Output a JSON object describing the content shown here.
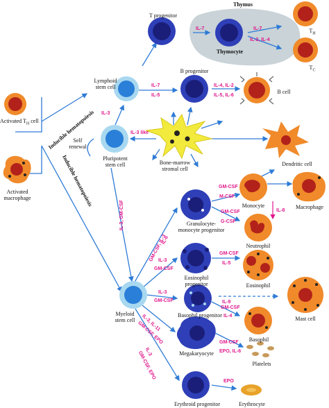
{
  "cells": {
    "activated_th": "Activated T",
    "activated_th_sub": "H",
    "activated_th_tail": "cell",
    "activated_macrophage_1": "Activated",
    "activated_macrophage_2": "macrophage",
    "lymphoid_1": "Lymphoid",
    "lymphoid_2": "stem cell",
    "pluripotent_1": "Pluripotent",
    "pluripotent_2": "stem cell",
    "self_renewal_1": "Self",
    "self_renewal_2": "renewal",
    "t_progenitor": "T progenitor",
    "thymus": "Thymus",
    "thymocyte": "Thymocyte",
    "th": "T",
    "th_sub": "H",
    "tc": "T",
    "tc_sub": "C",
    "b_progenitor": "B progenitor",
    "b_cell": "B cell",
    "stromal_1": "Bone-marrow",
    "stromal_2": "stromal cell",
    "dendritic": "Dendritic cell",
    "monocyte": "Monocyte",
    "macrophage": "Macrophage",
    "gm_prog_1": "Granulocyte-",
    "gm_prog_2": "monocyte progenitor",
    "neutrophil": "Neutrophil",
    "eos_prog_1": "Eosinophil",
    "eos_prog_2": "progenitor",
    "eosinophil": "Eosinophil",
    "baso_prog": "Basophil progenitor",
    "mast": "Mast cell",
    "basophil": "Basophil",
    "myeloid_1": "Myeloid",
    "myeloid_2": "stem cell",
    "megakaryocyte": "Megakaryocyte",
    "platelets": "Platelets",
    "erythroid": "Erythroid progenitor",
    "erythrocyte": "Erythrocyte"
  },
  "cytokines": {
    "il7_t": "IL-7",
    "il7_thy": "IL-7",
    "il2_il4": "IL-2, IL-4",
    "il7_b": "IL-7",
    "il5_b": "IL-5",
    "il4_il2": "IL-4, IL-2",
    "il5_il6": "IL-5, IL-6",
    "il3_lymph": "IL-3",
    "il3_like": "IL-3 like",
    "gmcsf_mono": "GM-CSF",
    "mcsf_mono": "M-CSF",
    "gmcsf_neut": "GM-CSF",
    "gcsf_neut": "G-CSF",
    "il8": "IL-8",
    "gmcsf_eos": "GM-CSF",
    "il5_eos": "IL-5",
    "il9": "IL-9",
    "gmcsf_baso": "GM-CSF",
    "il4_baso": "IL-4",
    "gmcsf_plt": "GM-CSF",
    "epo_il6": "EPO, IL-6",
    "epo_ery": "EPO",
    "il3_eosprog": "IL-3",
    "gmcsf_eosprog": "GM-CSF",
    "il3_basoprog": "IL-3",
    "gmcsf_basoprog": "GM-CSF",
    "rot_il3_gm": "IL-3, GM-CSF",
    "rot_il6": "IL-6",
    "rot_gm_il3": "GM-CSF, IL-3",
    "rot_il3_il11": "IL-3, IL-11",
    "rot_gm_epo": "GM-CSF, EPO",
    "rot_il3_ery": "IL-3",
    "rot_gm_epo2": "GM-CSF, EPO"
  },
  "process": {
    "inducible": "Inducible hematopoiesis",
    "inducible2": "Inducible hematopoiesis"
  },
  "colors": {
    "arrow": "#2e7bd6",
    "cytokine": "#e0188c",
    "stem_outer": "#a8d8f0",
    "stem_inner": "#2a7fd8",
    "prog_outer": "#2e3fb8",
    "prog_inner": "#1a1e78",
    "mature_outer": "#f08a2a",
    "mature_inner": "#b2221a",
    "stromal": "#f2ea3c",
    "thymus_bg": "#c9d3d8"
  }
}
